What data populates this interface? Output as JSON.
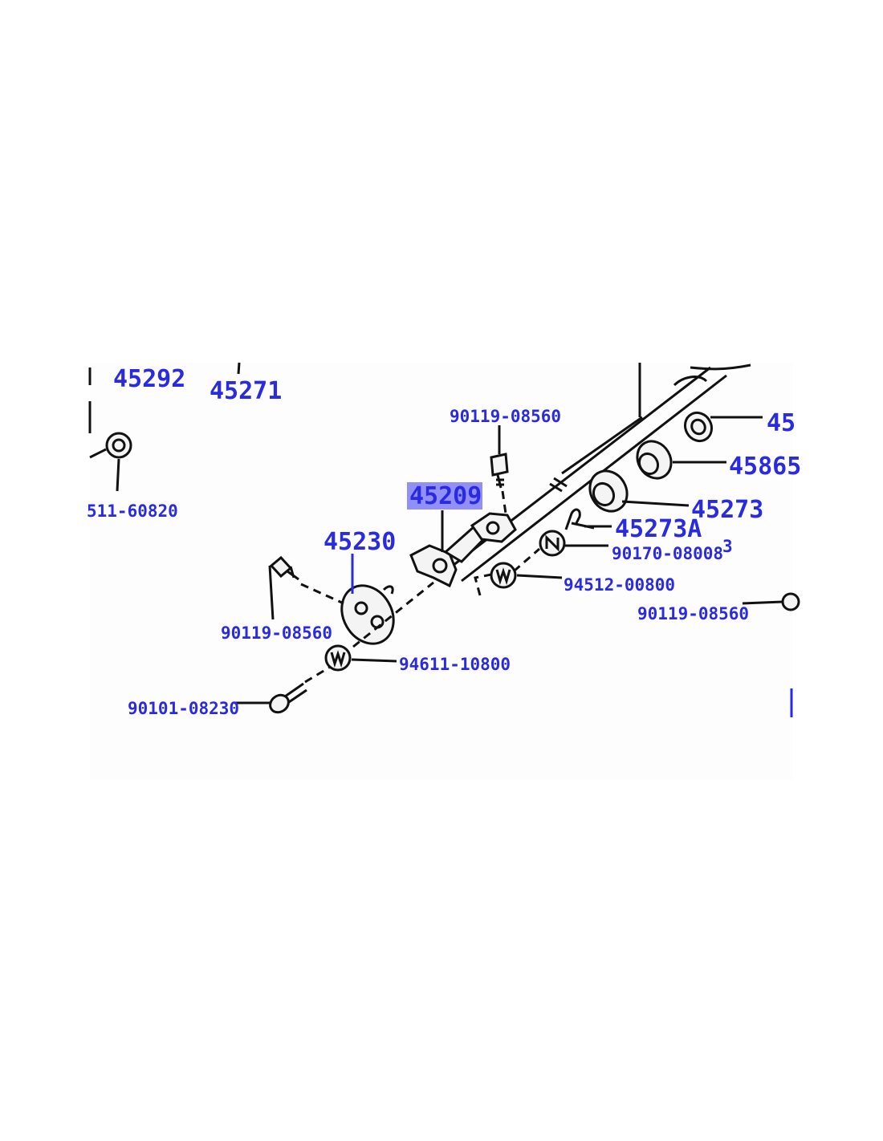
{
  "labels": {
    "p45292": "45292",
    "p45271": "45271",
    "p511_60820": "511-60820",
    "p90119_08560_top": "90119-08560",
    "p45": "45",
    "p45865": "45865",
    "p45209": "45209",
    "p45273": "45273",
    "p45273A": "45273A",
    "p90170_08008": "90170-08008",
    "p3": "3",
    "p45230": "45230",
    "p94512_00800": "94512-00800",
    "p90119_08560_right": "90119-08560",
    "p90119_08560_left": "90119-08560",
    "p94611_10800": "94611-10800",
    "p90101_08230": "90101-08230"
  },
  "highlight": {
    "part": "45209",
    "color": "#6b6bf5"
  },
  "colors": {
    "label": "#2a2ae0",
    "line": "#111111"
  }
}
